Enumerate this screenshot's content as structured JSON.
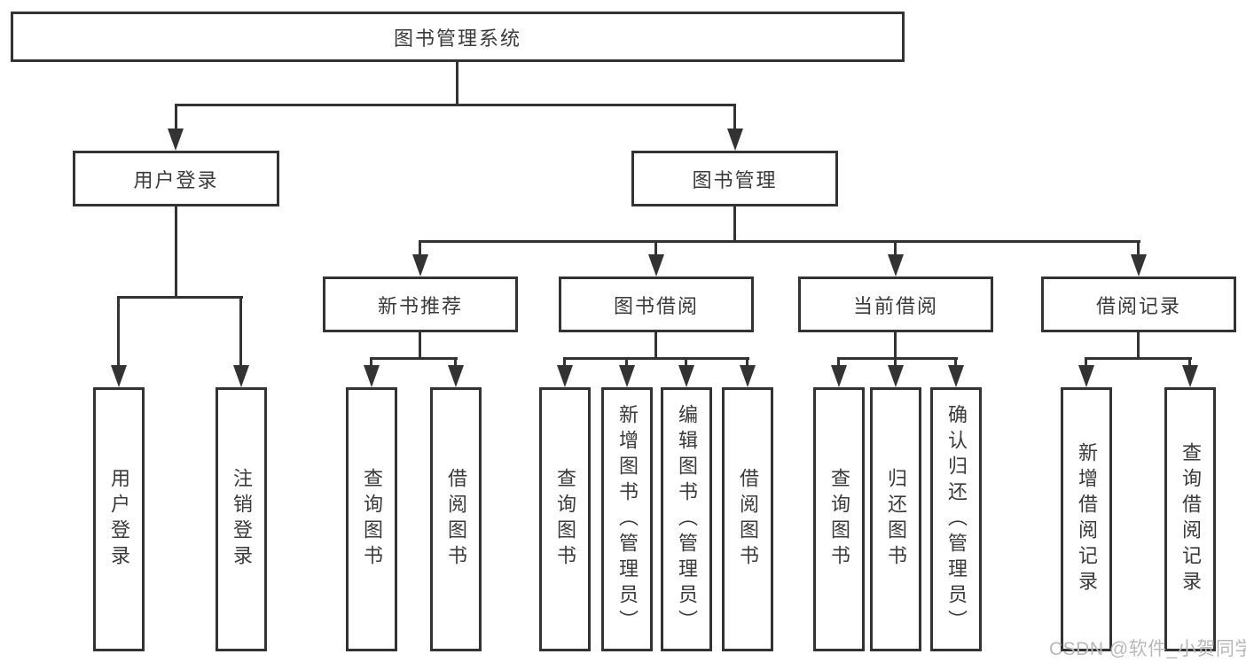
{
  "tree": {
    "label": "图书管理系统",
    "children": [
      {
        "label": "用户登录",
        "children": [
          {
            "label": "用户登录"
          },
          {
            "label": "注销登录"
          }
        ]
      },
      {
        "label": "图书管理",
        "children": [
          {
            "label": "新书推荐",
            "children": [
              {
                "label": "查询图书"
              },
              {
                "label": "借阅图书"
              }
            ]
          },
          {
            "label": "图书借阅",
            "children": [
              {
                "label": "查询图书"
              },
              {
                "label": "新增图书（管理员）"
              },
              {
                "label": "编辑图书（管理员）"
              },
              {
                "label": "借阅图书"
              }
            ]
          },
          {
            "label": "当前借阅",
            "children": [
              {
                "label": "查询图书"
              },
              {
                "label": "归还图书"
              },
              {
                "label": "确认归还（管理员）"
              }
            ]
          },
          {
            "label": "借阅记录",
            "children": [
              {
                "label": "新增借阅记录"
              },
              {
                "label": "查询借阅记录"
              }
            ]
          }
        ]
      }
    ]
  },
  "watermark": {
    "text": "CSDN @软件_小贺同学"
  },
  "colors": {
    "line": "#333333",
    "text": "#3a3a3a",
    "watermark": "#b8b8b8",
    "background": "#ffffff"
  }
}
